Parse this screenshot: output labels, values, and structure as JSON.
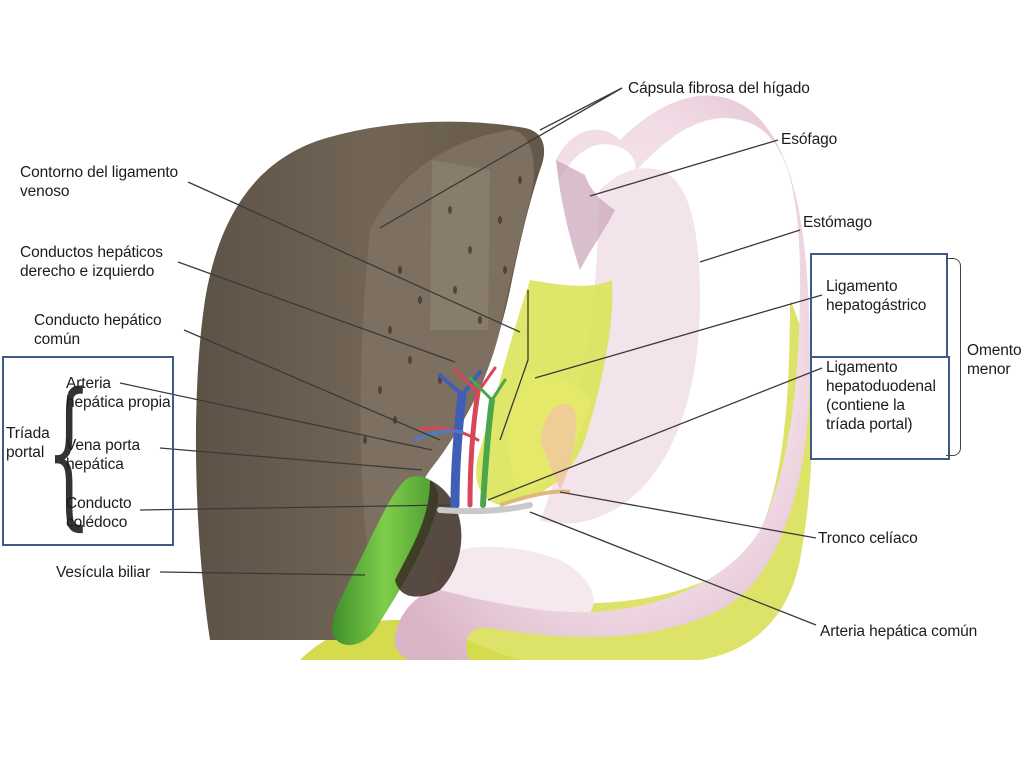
{
  "labels": {
    "capsula": "Cápsula fibrosa del hígado",
    "esofago": "Esófago",
    "estomago": "Estómago",
    "contorno": "Contorno del ligamento\nvenoso",
    "conductos_hepaticos": "Conductos hepáticos\nderecho e izquierdo",
    "conducto_comun": "Conducto hepático\ncomún",
    "arteria_propia": "Arteria\nhepática propia",
    "vena_porta": "Vena porta\nhepática",
    "coledoco": "Conducto\ncolédoco",
    "triada": "Tríada\nportal",
    "vesicula": "Vesícula biliar",
    "lig_hepatogastrico": "Ligamento\nhepatogástrico",
    "lig_hepatoduodenal": "Ligamento\nhepatoduodenal\n(contiene la\ntríada portal)",
    "omento": "Omento\nmenor",
    "tronco": "Tronco celíaco",
    "arteria_comun": "Arteria hepática común"
  },
  "colors": {
    "liver": "#6e6254",
    "liver_cut": "#8a7d6c",
    "stomach": "#f1dde6",
    "omentum": "#d6df4a",
    "gallbladder": "#6dbb3c",
    "artery": "#d9465a",
    "vein": "#3f5fb5",
    "duct": "#4aa64a",
    "box": "#3e5a86"
  }
}
